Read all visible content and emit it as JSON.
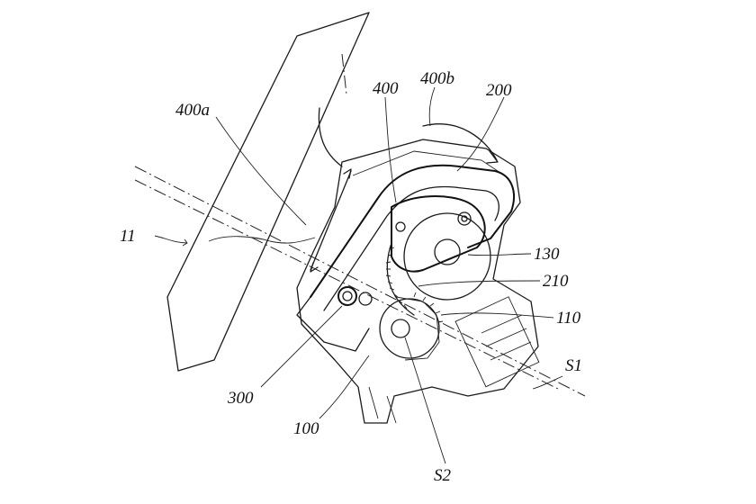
{
  "diagram": {
    "labels": {
      "l11": "11",
      "l400a": "400a",
      "l400": "400",
      "l400b": "400b",
      "l200": "200",
      "l130": "130",
      "l210": "210",
      "l110": "110",
      "lS1": "S1",
      "l300": "300",
      "l100": "100",
      "lS2": "S2"
    }
  }
}
